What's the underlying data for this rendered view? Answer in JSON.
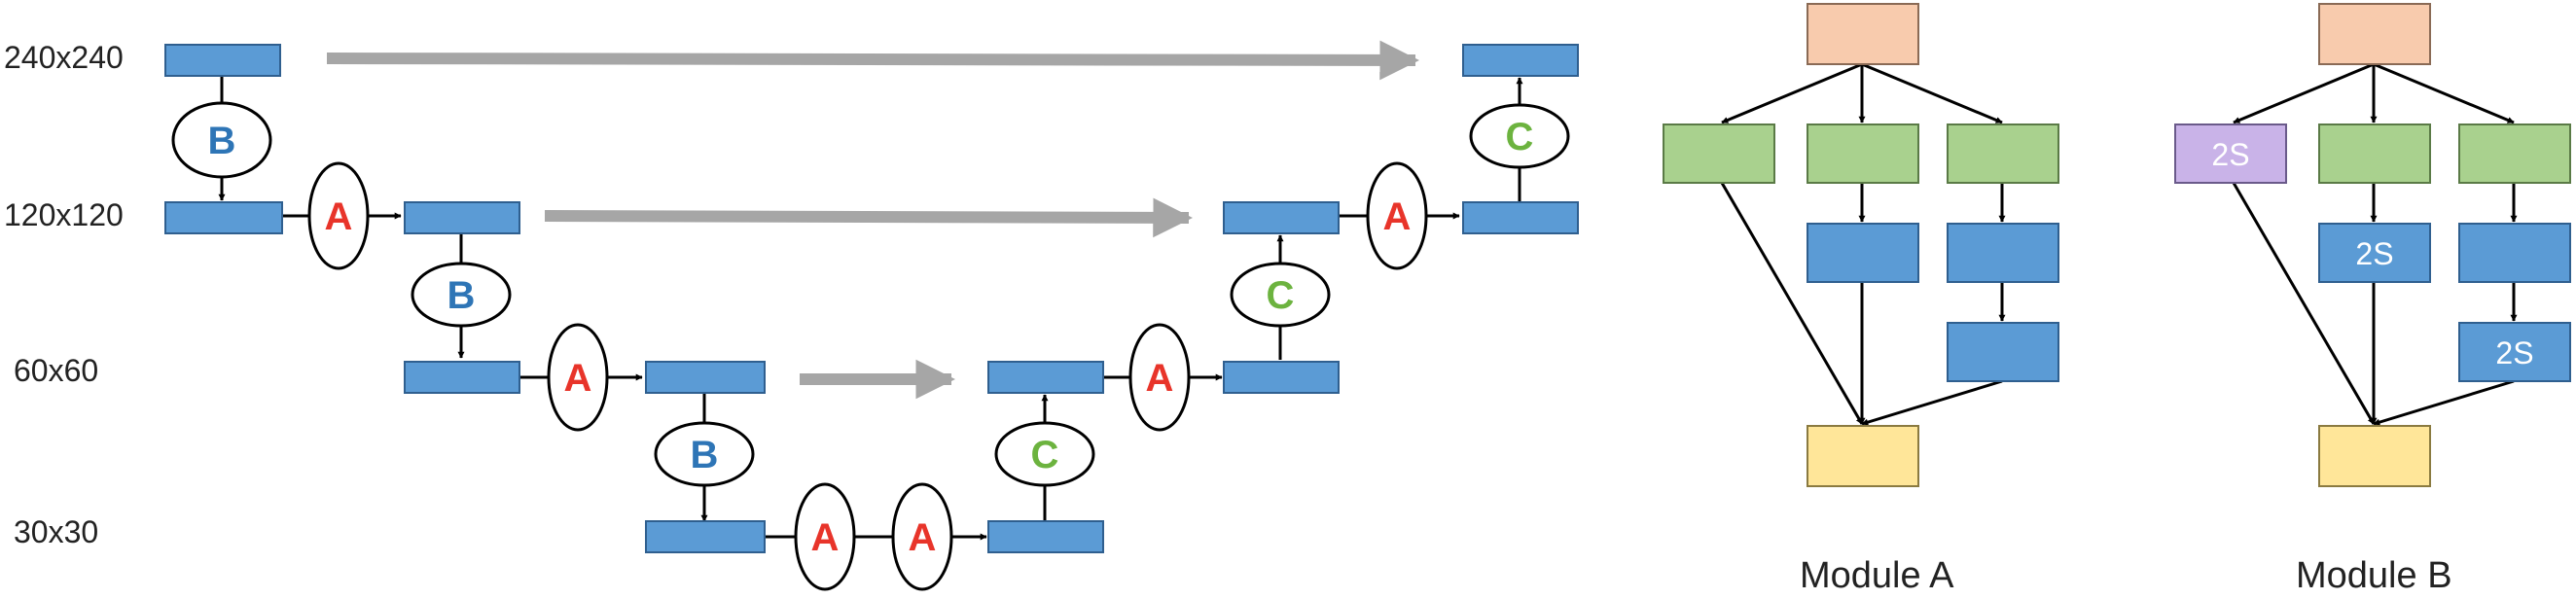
{
  "resolutions": {
    "r240": "240x240",
    "r120": "120x120",
    "r60": "60x60",
    "r30": "30x30"
  },
  "ops": {
    "A": "A",
    "B": "B",
    "C": "C"
  },
  "module_a": {
    "title": "Module A"
  },
  "module_b": {
    "title": "Module B",
    "two_s": "2S"
  },
  "colors": {
    "block_blue": "#5b9bd5",
    "block_border": "#2f5f8f",
    "op_a": "#e8342a",
    "op_b": "#2e75b6",
    "op_c": "#6cb33f",
    "skip_arrow": "#a6a6a6",
    "input_peach": "#f8cbad",
    "branch_green": "#a9d18e",
    "output_yellow": "#ffe699",
    "purple": "#c9b3e8"
  }
}
